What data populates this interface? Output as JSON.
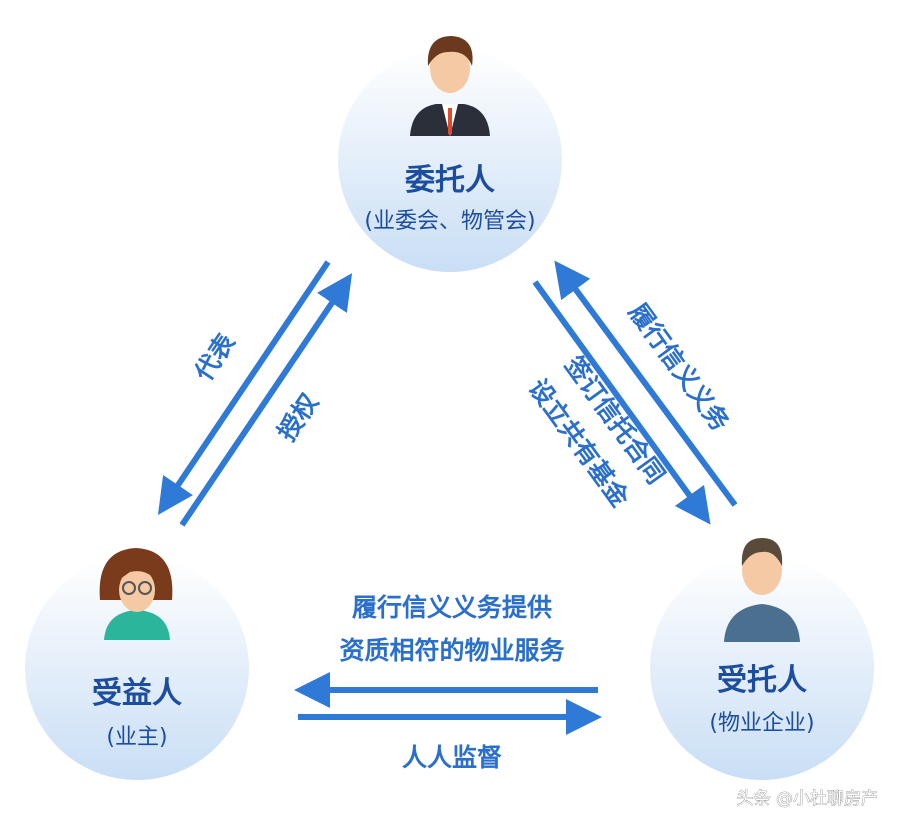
{
  "colors": {
    "arrow": "#2e7ad6",
    "title": "#1c4d9e",
    "label": "#2a6fcb",
    "circle_bottom": "#c9def5"
  },
  "nodes": {
    "trustor": {
      "title": "委托人",
      "subtitle": "(业委会、物管会)",
      "icon": "businessman-avatar-icon"
    },
    "beneficiary": {
      "title": "受益人",
      "subtitle": "(业主)",
      "icon": "woman-avatar-icon"
    },
    "trustee": {
      "title": "受托人",
      "subtitle": "(物业企业)",
      "icon": "worker-avatar-icon"
    }
  },
  "edges": {
    "represent": "代表",
    "authorize": "授权",
    "fiduciary_duty": "履行信义义务",
    "sign_contract": "签订信托合同",
    "set_fund": "设立共有基金",
    "service_line1": "履行信义义务提供",
    "service_line2": "资质相符的物业服务",
    "supervise": "人人监督"
  },
  "watermark": "头条 @小杜聊房产"
}
